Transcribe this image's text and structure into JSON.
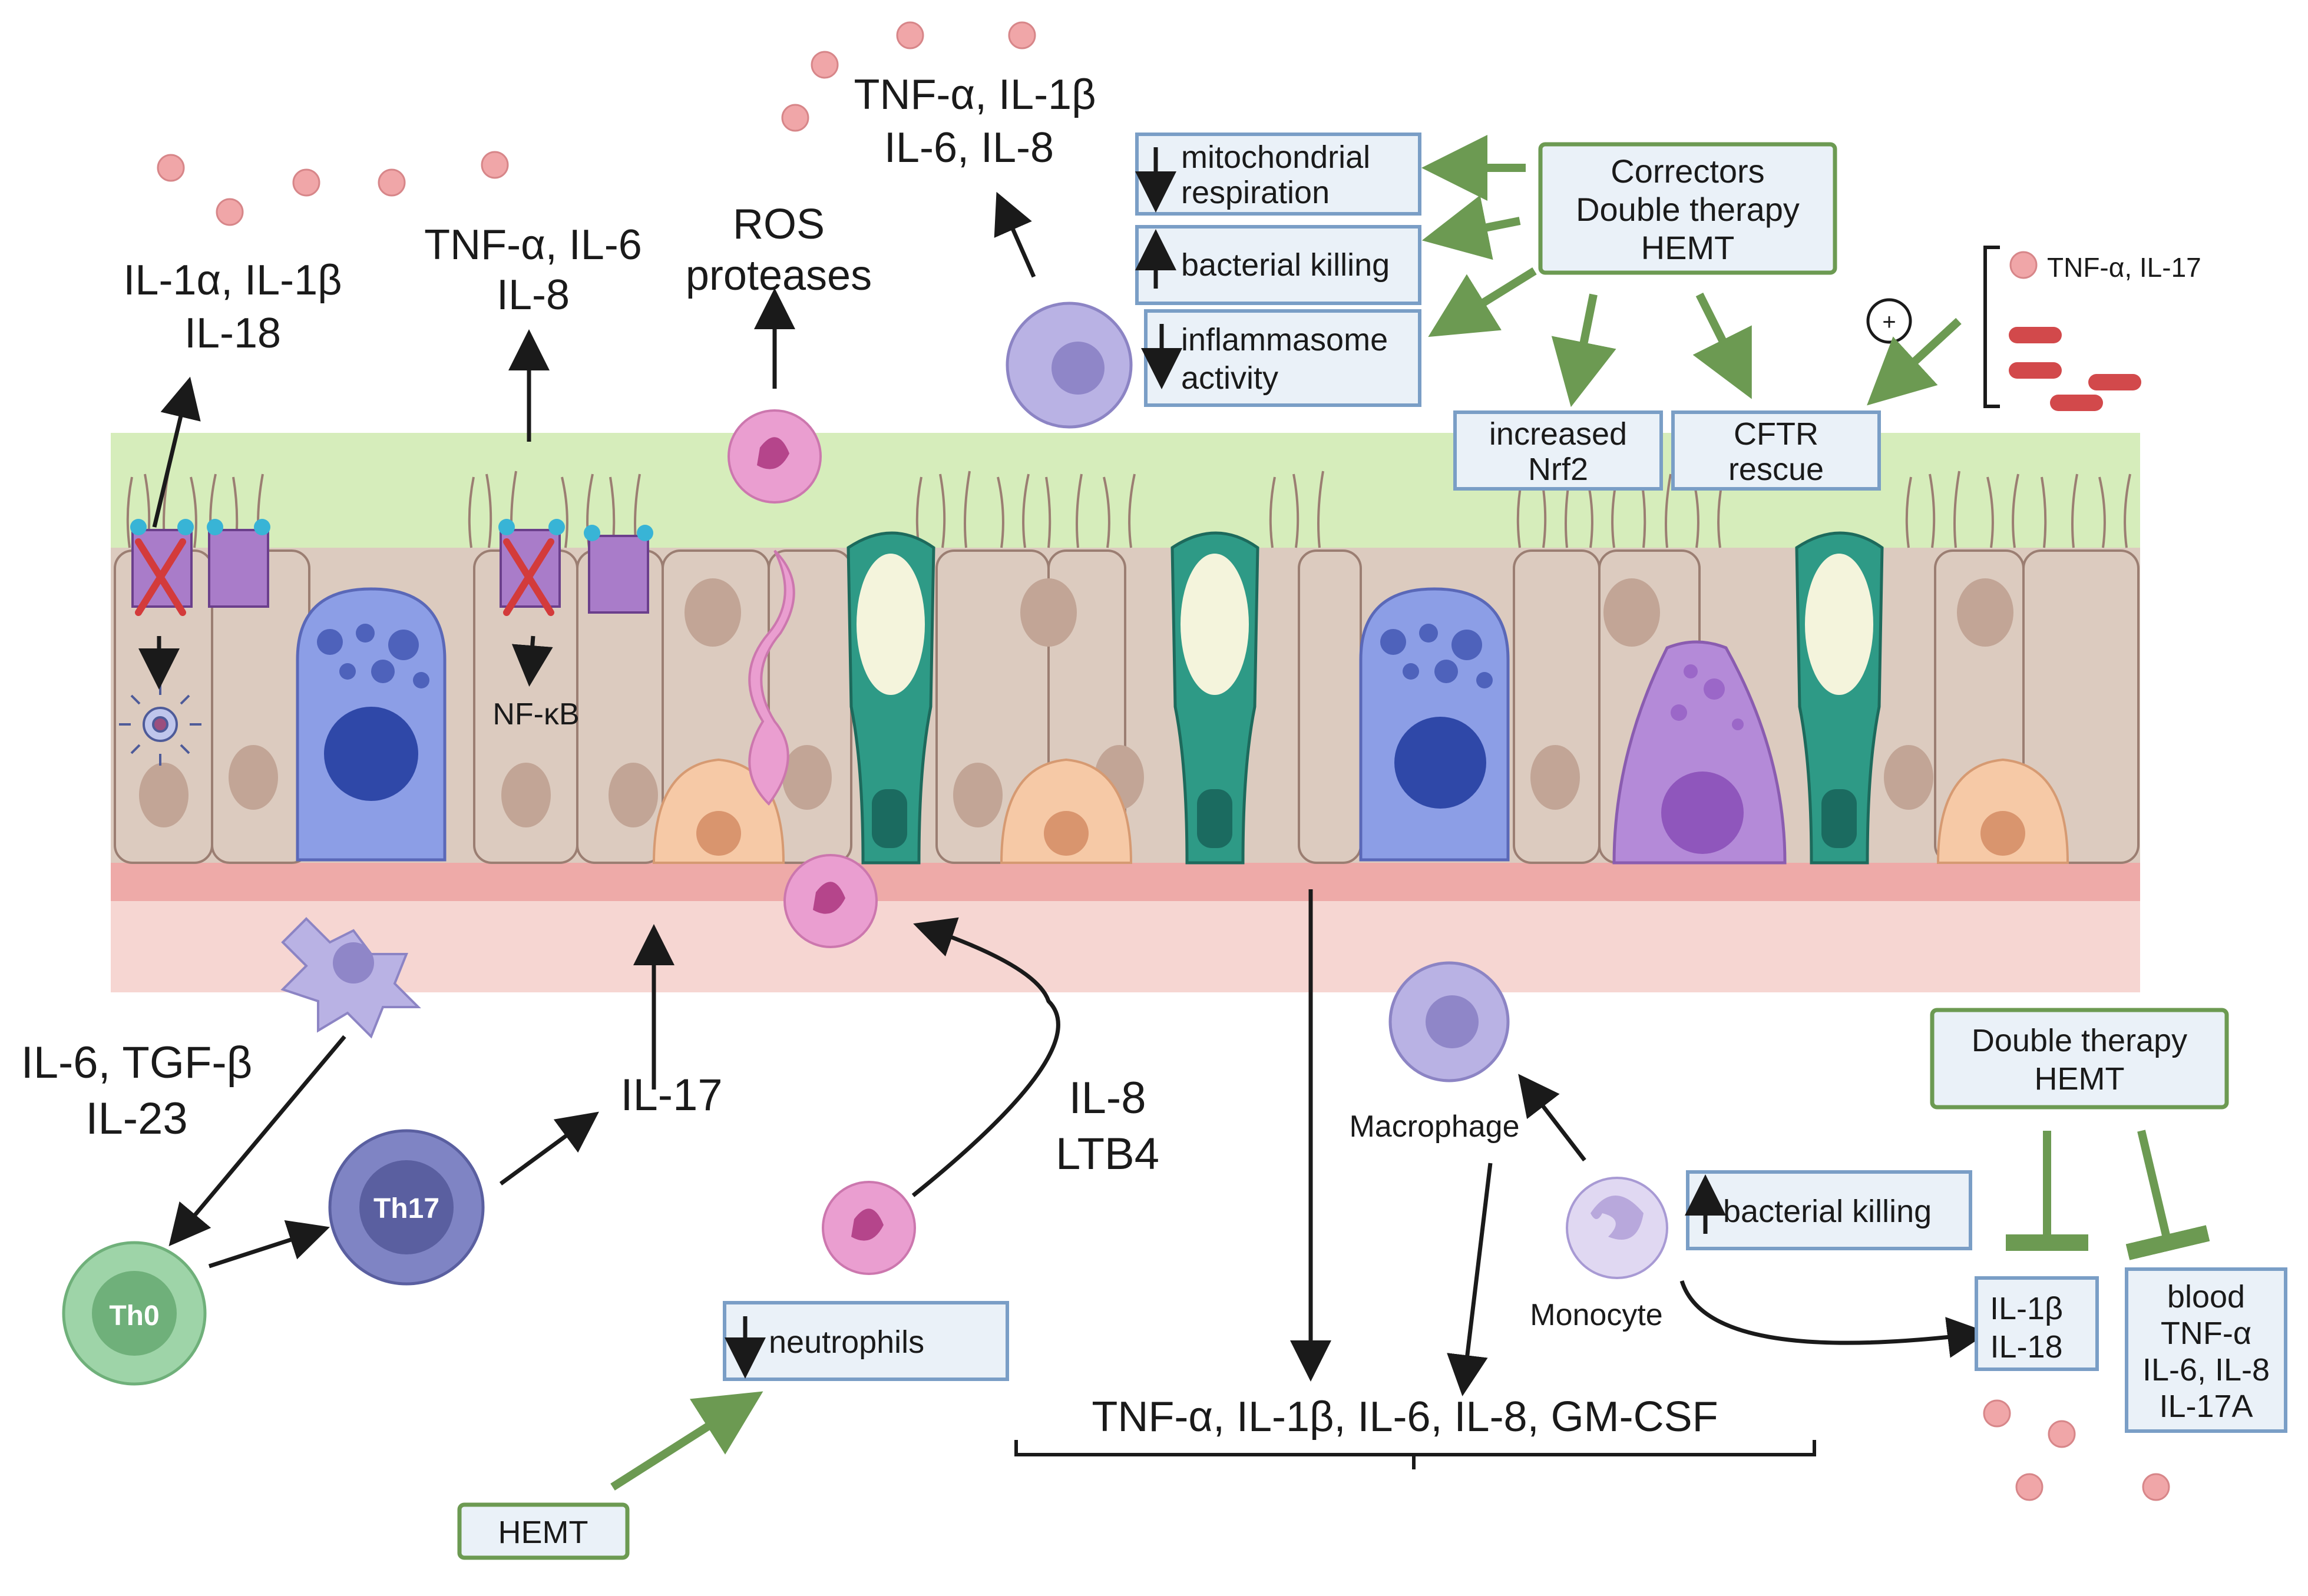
{
  "colors": {
    "mucus": "#d6edbb",
    "epithelium": "#dccbbf",
    "basement": "#eeaaa8",
    "submucosa": "#f6d6d2",
    "box_fill": "#eaf1f8",
    "box_border": "#7a9ec6",
    "green_box_border": "#6c9a52",
    "green_arrow": "#6c9a52",
    "arrow": "#1a1a1a",
    "cytokine_dot": "#f0a6a8",
    "neutrophil": "#ea9ed0",
    "macrophage": "#b9b2e4",
    "goblet": "#2e9a86",
    "basal": "#f6c9a6",
    "ionocyte_blue": "#8c9ee6",
    "th0": "#9ed4a8",
    "th17": "#7f84c4"
  },
  "labels": {
    "il1a_il1b": "IL-1α, IL-1β",
    "il18": "IL-18",
    "tnfa_il6": "TNF-α, IL-6",
    "il8_top": "IL-8",
    "ros": "ROS",
    "proteases": "proteases",
    "tnfa_il1b_top": "TNF-α, IL-1β",
    "il6_il8_top": "IL-6, IL-8",
    "nfkb": "NF-κB",
    "il6_tgfb": "IL-6, TGF-β",
    "il23": "IL-23",
    "il17": "IL-17",
    "il8_ltb4_a": "IL-8",
    "il8_ltb4_b": "LTB4",
    "th0": "Th0",
    "th17": "Th17",
    "macrophage": "Macrophage",
    "monocyte": "Monocyte",
    "bottom_cytokines": "TNF-α, IL-1β, IL-6, IL-8, GM-CSF",
    "tnfa_il17_small": "TNF-α, IL-17",
    "plus": "+"
  },
  "boxes": {
    "mito_1": "mitochondrial",
    "mito_2": "respiration",
    "bacterial_killing": "bacterial killing",
    "inflam_1": "inflammasome",
    "inflam_2": "activity",
    "correctors_1": "Correctors",
    "correctors_2": "Double therapy",
    "correctors_3": "HEMT",
    "nrf2_1": "increased",
    "nrf2_2": "Nrf2",
    "cftr_1": "CFTR",
    "cftr_2": "rescue",
    "neutrophils": "neutrophils",
    "hemt": "HEMT",
    "double_1": "Double therapy",
    "double_2": "HEMT",
    "bacterial_killing_2": "bacterial killing",
    "il1b_box_1": "IL-1β",
    "il1b_box_2": "IL-18",
    "blood_1": "blood",
    "blood_2": "TNF-α",
    "blood_3": "IL-6, IL-8",
    "blood_4": "IL-17A"
  }
}
